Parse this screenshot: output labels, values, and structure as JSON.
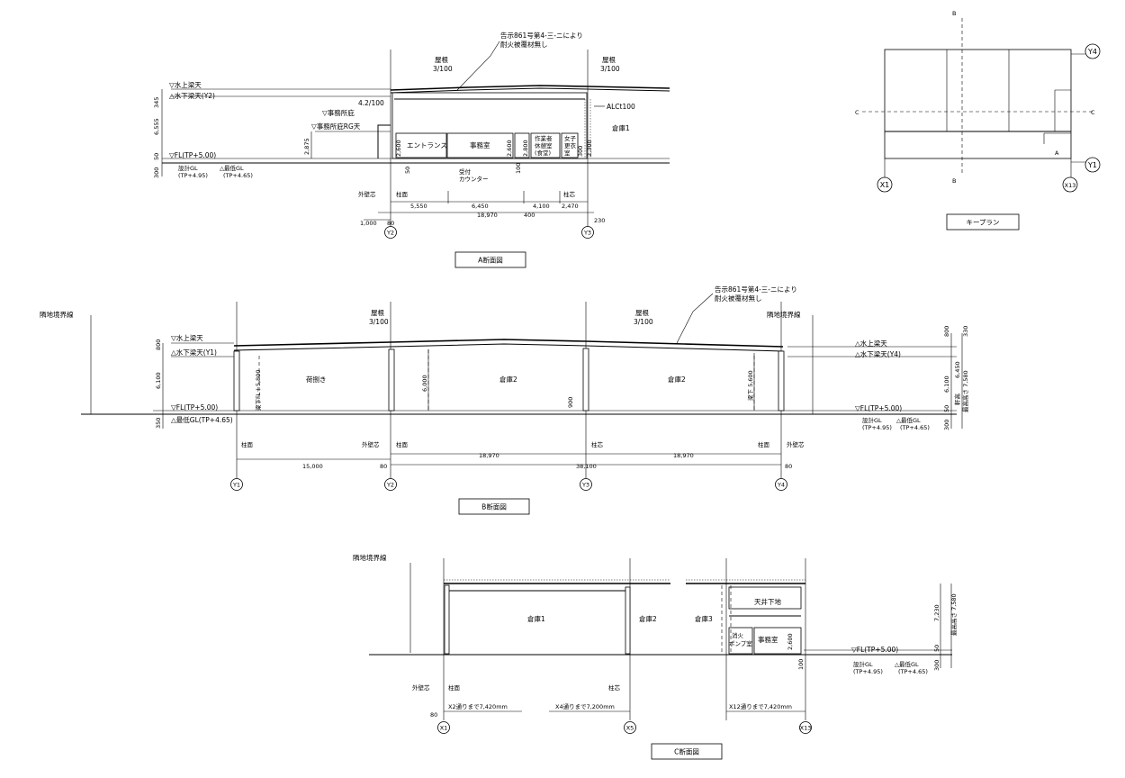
{
  "titles": {
    "a": "A断面図",
    "b": "B断面図",
    "c": "C断面図",
    "key": "キープラン"
  },
  "a": {
    "note": [
      "告示861号第4-三-ニにより",
      "耐火被覆材無し"
    ],
    "roof1": [
      "屋根",
      "3/100"
    ],
    "roof2": [
      "屋根",
      "3/100"
    ],
    "levels": [
      "▽水上梁天",
      "△水下梁天(Y2)",
      "▽事務所庇",
      "▽事務所庇RG天",
      "▽FL(TP+5.00)",
      "設計GL",
      "(TP+4.95)",
      "△最低GL",
      "(TP+4.65)"
    ],
    "slope": "4.2/100",
    "alc": "ALCt100",
    "rooms": [
      "エントランス",
      "事務室",
      "作業者",
      "休憩室",
      "(食堂)",
      "女子",
      "更衣",
      "室",
      "倉庫1"
    ],
    "reception": [
      "受付",
      "カウンター"
    ],
    "vdims": [
      "345",
      "6,555",
      "2,875",
      "50",
      "300",
      "2,600",
      "50",
      "2,600",
      "100",
      "2,800",
      "300",
      "2,300"
    ],
    "hdims": [
      "5,550",
      "6,450",
      "4,100",
      "2,470",
      "18,970",
      "400",
      "1,000",
      "80",
      "230"
    ],
    "col_labels": [
      "外壁芯",
      "柱面",
      "柱芯"
    ],
    "grids": [
      "Y2",
      "Y3"
    ]
  },
  "b": {
    "note": [
      "告示861号第4-三-ニにより",
      "耐火被覆材無し"
    ],
    "roof1": [
      "屋根",
      "3/100"
    ],
    "roof2": [
      "屋根",
      "3/100"
    ],
    "boundary_l": "隣地境界線",
    "boundary_r": "隣地境界線",
    "levels_l": [
      "▽水上梁天",
      "△水下梁天(Y1)",
      "▽FL(TP+5.00)",
      "△最低GL(TP+4.65)"
    ],
    "levels_r": [
      "△水上梁天",
      "△水下梁天(Y4)",
      "▽FL(TP+5.00)",
      "設計GL",
      "(TP+4.95)",
      "△最低GL",
      "(TP+4.65)"
    ],
    "rooms": [
      "荷捌き",
      "倉庫2",
      "倉庫2"
    ],
    "vtexts": [
      "梁下FL＋5,800",
      "6,000",
      "梁下 5,600",
      "900"
    ],
    "vdims_l": [
      "800",
      "6,100",
      "350"
    ],
    "vdims_r": [
      "800",
      "330",
      "6,100",
      "6,450",
      "50",
      "300",
      "軒高",
      "最高高さ 7,580"
    ],
    "col_labels": [
      "柱面",
      "外壁芯",
      "柱面",
      "柱芯",
      "柱面",
      "外壁芯"
    ],
    "hdims": [
      "15,000",
      "18,970",
      "18,970",
      "38,100",
      "80",
      "80"
    ],
    "grids": [
      "Y1",
      "Y2",
      "Y3",
      "Y4"
    ]
  },
  "c": {
    "boundary": "隣地境界線",
    "rooms": [
      "倉庫1",
      "倉庫2",
      "倉庫3",
      "天井下地",
      "消火",
      "ポンプ室",
      "事務室"
    ],
    "vdims": [
      "2,600",
      "100",
      "7,230",
      "最高高さ 7,580",
      "50",
      "300"
    ],
    "levels": [
      "▽FL(TP+5.00)",
      "設計GL",
      "(TP+4.95)",
      "△最低GL",
      "(TP+4.65)"
    ],
    "col_labels": [
      "外壁芯",
      "柱面",
      "柱芯"
    ],
    "spans": [
      "X2通りまで7,420mm",
      "X4通りまで7,200mm",
      "X12通りまで7,420mm"
    ],
    "dim80": "80",
    "grids": [
      "X1",
      "X5",
      "X13"
    ]
  },
  "key": {
    "grids": [
      "Y4",
      "Y1",
      "X1",
      "X13"
    ],
    "markers": [
      "B",
      "B",
      "C",
      "C",
      "A"
    ]
  }
}
